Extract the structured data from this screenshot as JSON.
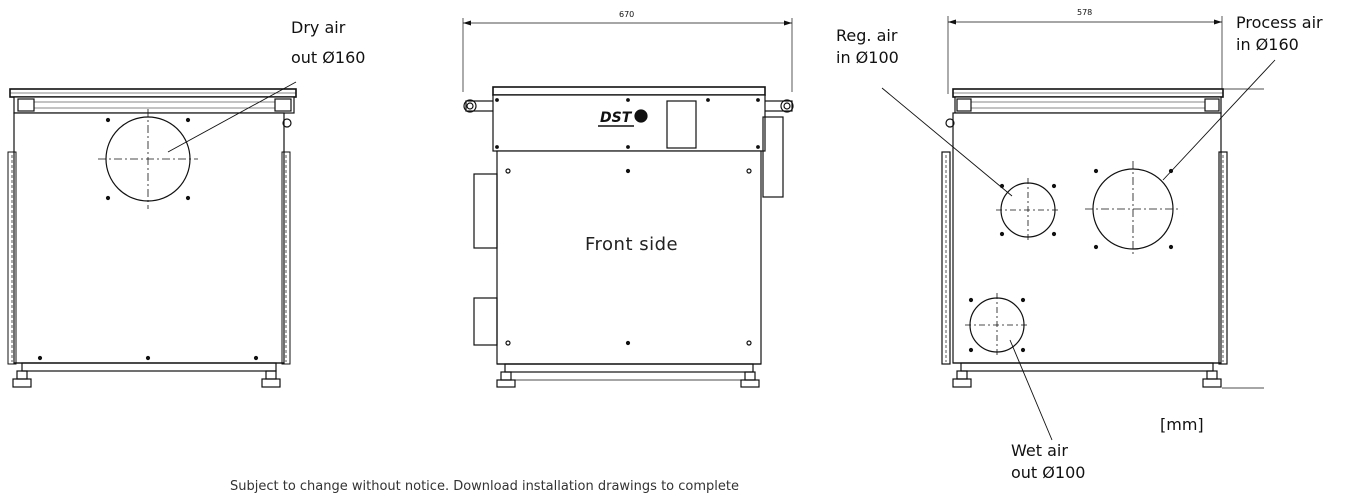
{
  "labels": {
    "dry_air_line1": "Dry air",
    "dry_air_line2": "out Ø160",
    "reg_air_line1": "Reg. air",
    "reg_air_line2": "in Ø100",
    "process_air_line1": "Process air",
    "process_air_line2": "in Ø160",
    "wet_air_line1": "Wet air",
    "wet_air_line2": "out  Ø100",
    "front_side": "Front side",
    "units": "[mm]",
    "logo": "DST"
  },
  "dimensions": {
    "front_width": "670",
    "side_width": "578"
  },
  "footnote": "Subject to change without notice. Download installation drawings to complete"
}
